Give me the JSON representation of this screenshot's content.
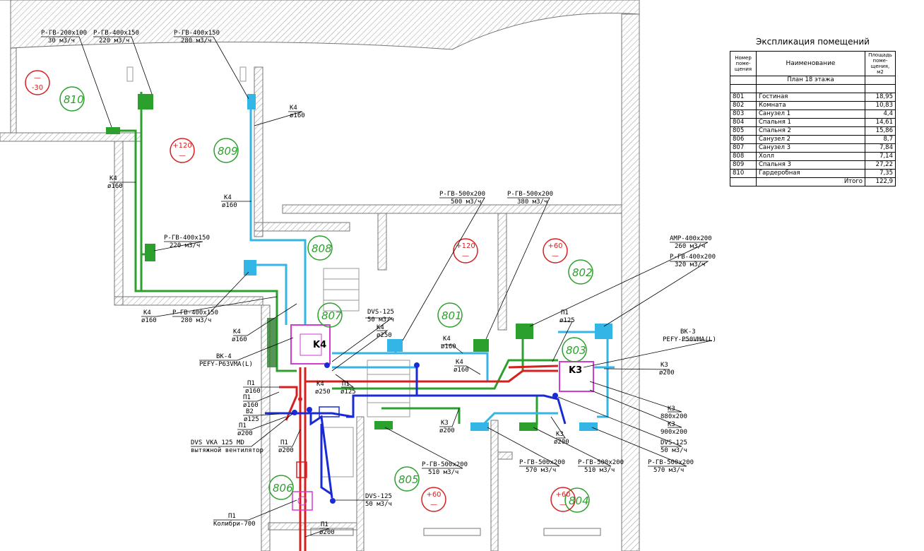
{
  "explication": {
    "title": "Экспликация помещений",
    "headers": {
      "number": "Номер поме- щения",
      "name": "Наименование",
      "area": "Площадь поме- щения, м2"
    },
    "plan_label": "План 18 этажа",
    "rooms": [
      {
        "number": "801",
        "name": "Гостиная",
        "area": "18,95"
      },
      {
        "number": "802",
        "name": "Комната",
        "area": "10,83"
      },
      {
        "number": "803",
        "name": "Санузел 1",
        "area": "4,4"
      },
      {
        "number": "804",
        "name": "Спальня 1",
        "area": "14,61"
      },
      {
        "number": "805",
        "name": "Спальня 2",
        "area": "15,86"
      },
      {
        "number": "806",
        "name": "Санузел 2",
        "area": "8,7"
      },
      {
        "number": "807",
        "name": "Санузел 3",
        "area": "7,84"
      },
      {
        "number": "808",
        "name": "Холл",
        "area": "7,14"
      },
      {
        "number": "809",
        "name": "Спальня 3",
        "area": "27,22"
      },
      {
        "number": "810",
        "name": "Гардеробная",
        "area": "7,35"
      }
    ],
    "total_label": "Итого",
    "total_value": "122,9"
  },
  "rooms_on_plan": {
    "r810": "810",
    "r809": "809",
    "r808": "808",
    "r807": "807",
    "r801": "801",
    "r802": "802",
    "r803": "803",
    "r804": "804",
    "r805": "805",
    "r806": "806"
  },
  "temps": {
    "t810a": "—",
    "t810b": "-30",
    "t809a": "+120",
    "t809b": "—",
    "t801a": "+120",
    "t801b": "—",
    "t802a": "+60",
    "t802b": "—",
    "t805a": "+60",
    "t805b": "—",
    "t804a": "+60",
    "t804b": "—"
  },
  "units": {
    "k4": "K4",
    "k3": "K3"
  },
  "labels": {
    "a1": "Р-ГВ-200х100",
    "a1b": "30 м3/ч",
    "a2": "Р-ГВ-400х150",
    "a2b": "220 м3/ч",
    "a3": "Р-ГВ-400х150",
    "a3b": "280 м3/ч",
    "a4": "K4",
    "a4b": "ø160",
    "a5": "K4",
    "a5b": "ø160",
    "a6": "K4",
    "a6b": "ø160",
    "a7": "Р-ГВ-400х150",
    "a7b": "220 м3/ч",
    "a8": "K4",
    "a8b": "ø160",
    "a9": "Р-ГВ-400х150",
    "a9b": "280 м3/ч",
    "a10": "K4",
    "a10b": "ø160",
    "a11": "ВК-4",
    "a11b": "PEFY-P63VMA(L)",
    "a12": "П1",
    "a12b": "ø160",
    "a13": "П1",
    "a13b": "ø160",
    "a14": "В2",
    "a14b": "ø125",
    "a15": "П1",
    "a15b": "ø200",
    "a16": "DVS VKA 125 MD",
    "a16b": "вытяжной вентилятор",
    "a17": "П1",
    "a17b": "ø200",
    "a18": "П1",
    "a18b": "Колибри-700",
    "a19": "П1",
    "a19b": "ø200",
    "a20": "DVS-125",
    "a20b": "50 м3/ч",
    "a21": "K4",
    "a21b": "ø250",
    "a22": "K4",
    "a22b": "ø250",
    "a23": "П1",
    "a23b": "ø125",
    "a24": "DVS-125",
    "a24b": "50 м3/ч",
    "a25": "Р-ГВ-500х200",
    "a25b": "500 м3/ч",
    "a26": "Р-ГВ-500х200",
    "a26b": "380 м3/ч",
    "a27": "K4",
    "a27b": "ø160",
    "a28": "K4",
    "a28b": "ø160",
    "a29": "K3",
    "a29b": "ø200",
    "a30": "Р-ГВ-500х200",
    "a30b": "510 м3/ч",
    "a31": "П1",
    "a31b": "ø125",
    "a32": "АМР-400х200",
    "a32b": "260 м3/ч",
    "a33": "Р-ГВ-400х200",
    "a33b": "320 м3/ч",
    "a34": "ВК-3",
    "a34b": "PEFY-P50VMA(L)",
    "a35": "K3",
    "a35b": "ø200",
    "a36": "K3",
    "a36b": "880х200",
    "a37": "K3",
    "a37b": "900х200",
    "a38": "DVS-125",
    "a38b": "50 м3/ч",
    "a39": "Р-ГВ-500х200",
    "a39b": "570 м3/ч",
    "a40": "K3",
    "a40b": "ø200",
    "a41": "Р-ГВ-500х200",
    "a41b": "570 м3/ч",
    "a42": "Р-ГВ-500х200",
    "a42b": "510 м3/ч"
  },
  "colors": {
    "green": "#2ca02c",
    "cyan": "#33b5e5",
    "red": "#d62020",
    "blue": "#1a2bd6",
    "magenta": "#d63ad6",
    "hatch": "#9a9a9a"
  }
}
